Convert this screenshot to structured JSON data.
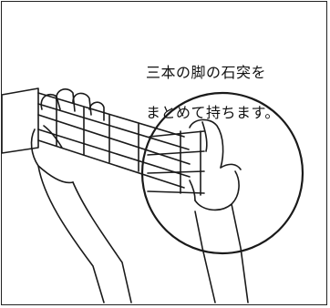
{
  "caption": {
    "line1": "三本の脚の石突を",
    "line2": "まとめて持ちます。"
  },
  "colors": {
    "ink": "#1a1a1a",
    "paper": "#ffffff",
    "frame": "#222222"
  },
  "icons": {
    "illustration": "hands-gripping-tripod-legs",
    "magnifier": "zoom-circle"
  }
}
